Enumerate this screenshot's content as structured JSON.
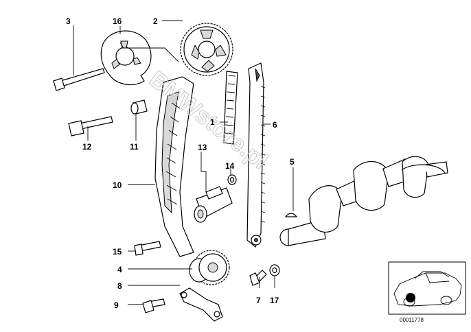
{
  "callouts": {
    "c1": "1",
    "c2": "2",
    "c3": "3",
    "c4": "4",
    "c5": "5",
    "c6": "6",
    "c7": "7",
    "c8": "8",
    "c9": "9",
    "c10": "10",
    "c11": "11",
    "c12": "12",
    "c13": "13",
    "c14": "14",
    "c15": "15",
    "c16": "16",
    "c17": "17"
  },
  "watermark": "BMWstore.pl",
  "inset": {
    "image_number": "00011778"
  }
}
